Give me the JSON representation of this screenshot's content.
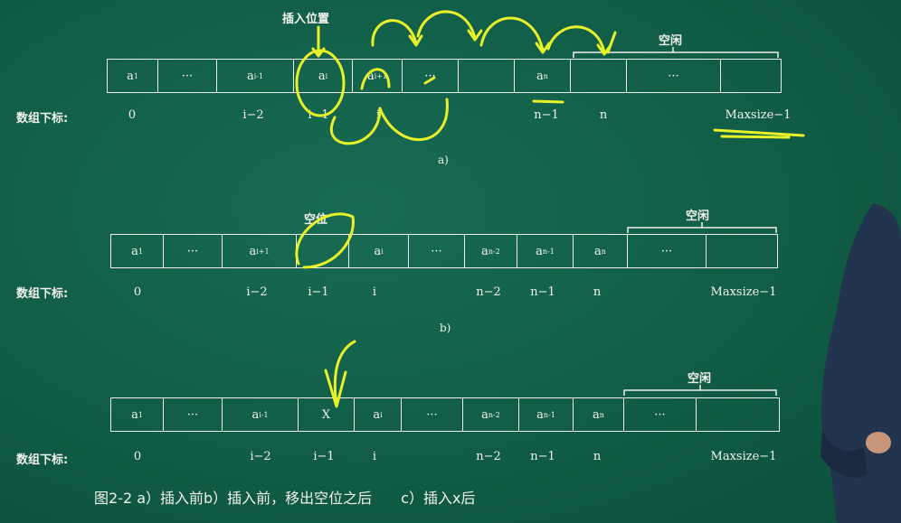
{
  "diagrams": [
    {
      "id": "a",
      "note": "插入位置",
      "cells": [
        "a1",
        "···",
        "ai-1",
        "ai",
        "ai+1",
        "···",
        "",
        "an",
        "",
        "···",
        ""
      ],
      "index_label": "数组下标:",
      "indices": [
        "0",
        "i−2",
        "i−1",
        "i",
        "n−1",
        "n",
        "Maxsize−1"
      ],
      "free_label": "空闲",
      "caption": "a)"
    },
    {
      "id": "b",
      "note": "空位",
      "cells": [
        "a1",
        "···",
        "ai+1",
        "",
        "ai",
        "···",
        "an-2",
        "an-1",
        "an",
        "···",
        ""
      ],
      "index_label": "数组下标:",
      "indices": [
        "0",
        "i−2",
        "i−1",
        "i",
        "n−2",
        "n−1",
        "n",
        "Maxsize−1"
      ],
      "free_label": "空闲",
      "caption": "b)"
    },
    {
      "id": "c",
      "cells": [
        "a1",
        "···",
        "ai-1",
        "X",
        "ai",
        "···",
        "an-2",
        "an-1",
        "an",
        "···",
        ""
      ],
      "index_label": "数组下标:",
      "indices": [
        "0",
        "i−2",
        "i−1",
        "i",
        "n−2",
        "n−1",
        "n",
        "Maxsize−1"
      ],
      "free_label": "空闲"
    }
  ],
  "figure_caption": "图2-2 a）插入前b）插入前，移出空位之后　　c）插入x后",
  "annotation_color": "#e8f22a"
}
